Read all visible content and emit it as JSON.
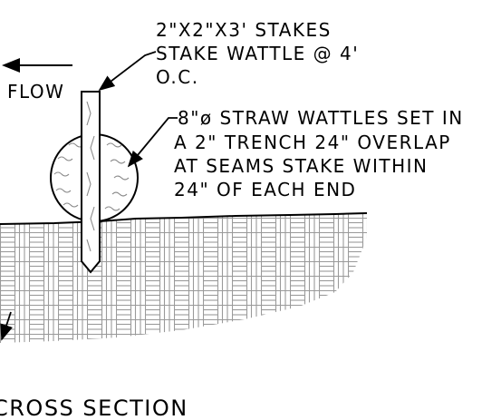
{
  "flow_label": "FLOW",
  "stake_callout": {
    "line1": "2\"X2\"X3' STAKES",
    "line2": "STAKE WATTLE @ 4'",
    "line3": "O.C."
  },
  "wattle_callout": {
    "line1": "8\"ø STRAW WATTLES SET IN",
    "line2": "A 2\" TRENCH 24\" OVERLAP",
    "line3": "AT SEAMS STAKE WITHIN",
    "line4": "24\" OF EACH END"
  },
  "section_title": "CROSS SECTION",
  "colors": {
    "line": "#000000",
    "hatch": "#9a9a9a",
    "background": "#ffffff"
  }
}
